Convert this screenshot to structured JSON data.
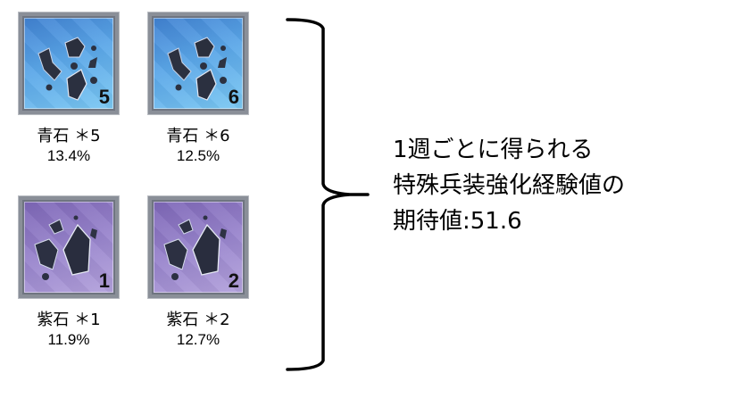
{
  "items": [
    {
      "stone": "青石",
      "multiplier": "＊5",
      "label": "青石 ＊5",
      "count": "5",
      "probability": "13.4%",
      "color": "blue"
    },
    {
      "stone": "青石",
      "multiplier": "＊6",
      "label": "青石 ＊6",
      "count": "6",
      "probability": "12.5%",
      "color": "blue"
    },
    {
      "stone": "紫石",
      "multiplier": "＊1",
      "label": "紫石 ＊1",
      "count": "1",
      "probability": "11.9%",
      "color": "purple"
    },
    {
      "stone": "紫石",
      "multiplier": "＊2",
      "label": "紫石 ＊2",
      "count": "2",
      "probability": "12.7%",
      "color": "purple"
    }
  ],
  "summary": {
    "line1": "1週ごとに得られる",
    "line2": "特殊兵装強化経験値の",
    "line3": "期待値:51.6"
  },
  "colors": {
    "blue_bg": "#5aa6e8",
    "purple_bg": "#9884cc",
    "frame": "#8a8f98"
  }
}
